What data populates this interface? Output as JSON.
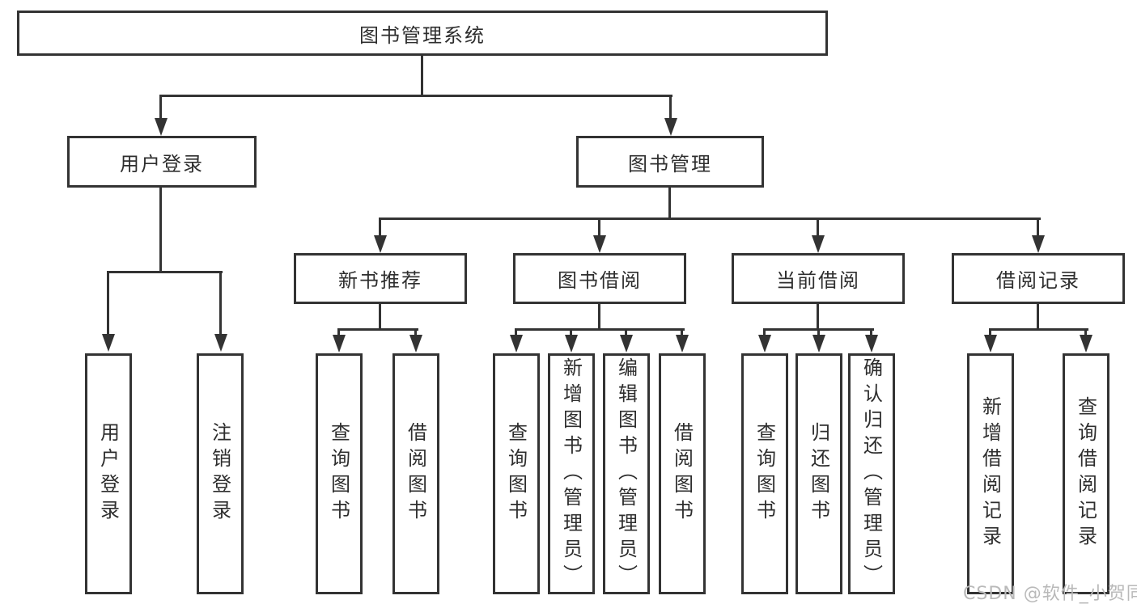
{
  "diagram": {
    "root": {
      "label": "图书管理系统"
    },
    "level2": [
      {
        "id": "user-login",
        "label": "用户登录"
      },
      {
        "id": "book-management",
        "label": "图书管理"
      }
    ],
    "level3": [
      {
        "id": "new-book-recommend",
        "label": "新书推荐"
      },
      {
        "id": "book-borrow",
        "label": "图书借阅"
      },
      {
        "id": "current-borrow",
        "label": "当前借阅"
      },
      {
        "id": "borrow-record",
        "label": "借阅记录"
      }
    ],
    "leaves": [
      {
        "id": "user-login",
        "label": "用户登录"
      },
      {
        "id": "logout",
        "label": "注销登录"
      },
      {
        "id": "query-books-recommend",
        "label": "查询图书"
      },
      {
        "id": "borrow-books-recommend",
        "label": "借阅图书"
      },
      {
        "id": "query-books-borrow",
        "label": "查询图书"
      },
      {
        "id": "add-books-admin",
        "label": "新增图书（管理员）"
      },
      {
        "id": "edit-books-admin",
        "label": "编辑图书（管理员）"
      },
      {
        "id": "borrow-books",
        "label": "借阅图书"
      },
      {
        "id": "query-books-current",
        "label": "查询图书"
      },
      {
        "id": "return-books",
        "label": "归还图书"
      },
      {
        "id": "confirm-return-admin",
        "label": "确认归还（管理员）"
      },
      {
        "id": "add-borrow-record",
        "label": "新增借阅记录"
      },
      {
        "id": "query-borrow-record",
        "label": "查询借阅记录"
      }
    ]
  },
  "watermark": "CSDN @软件_小贺同学",
  "colors": {
    "line": "#333333",
    "text": "#2e2e2e",
    "watermark": "#b9b9b9",
    "background": "#ffffff"
  }
}
